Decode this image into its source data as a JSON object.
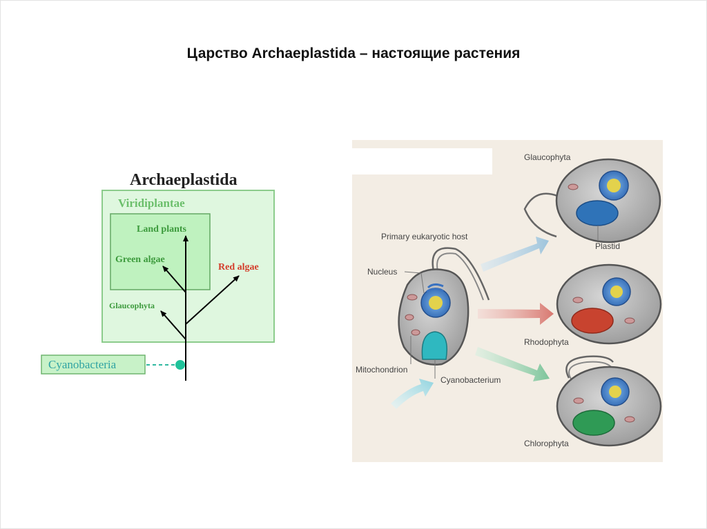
{
  "slide": {
    "title": "Царство Archaeplastida – настоящие растения"
  },
  "tree": {
    "heading": "Archaeplastida",
    "inner_box_label": "Viridiplantae",
    "branches": {
      "land_plants": "Land plants",
      "green_algae": "Green algae",
      "red_algae": "Red algae",
      "glaucophyta": "Glaucophyta",
      "cyanobacteria": "Cyanobacteria"
    }
  },
  "cells": {
    "labels": {
      "glaucophyta": "Glaucophyta",
      "plastid": "Plastid",
      "host": "Primary eukaryotic host",
      "nucleus": "Nucleus",
      "rhodophyta": "Rhodophyta",
      "mitochondrion": "Mitochondrion",
      "cyanobacterium": "Cyanobacterium",
      "chlorophyta": "Chlorophyta"
    },
    "colors": {
      "panel_bg": "#f3ede4",
      "blue_arrow": "#9ec4dc",
      "red_arrow": "#d87870",
      "green_arrow": "#7cc49a",
      "cyan_arrow": "#8fd3df",
      "glaucophyte_plastid": "#2f73b8",
      "rhodophyte_plastid": "#c8432f",
      "chlorophyte_plastid": "#2f9a55"
    }
  }
}
